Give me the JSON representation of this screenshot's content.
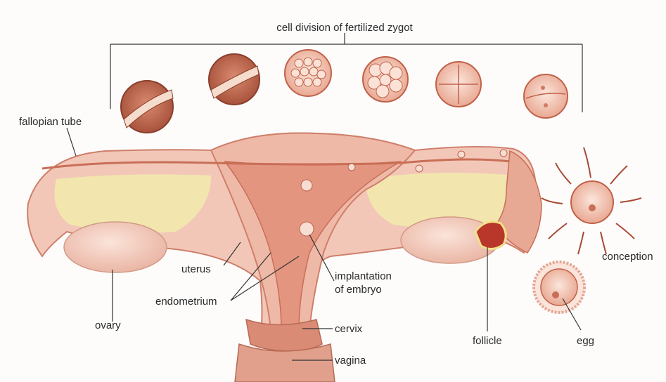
{
  "labels": {
    "top": "cell division of fertilized zygot",
    "fallopian_tube": "fallopian tube",
    "uterus": "uterus",
    "endometrium": "endometrium",
    "ovary": "ovary",
    "implantation_line1": "implantation",
    "implantation_line2": "of embryo",
    "cervix": "cervix",
    "vagina": "vagina",
    "follicle": "follicle",
    "conception": "conception",
    "egg": "egg"
  },
  "colors": {
    "tissue": "#f2c3b4",
    "tissue_dark": "#d9806a",
    "lining": "#e8907a",
    "ovary": "#f4cdbf",
    "yellow": "#f2e9a6",
    "line": "#333333",
    "blood": "#b8372a"
  }
}
